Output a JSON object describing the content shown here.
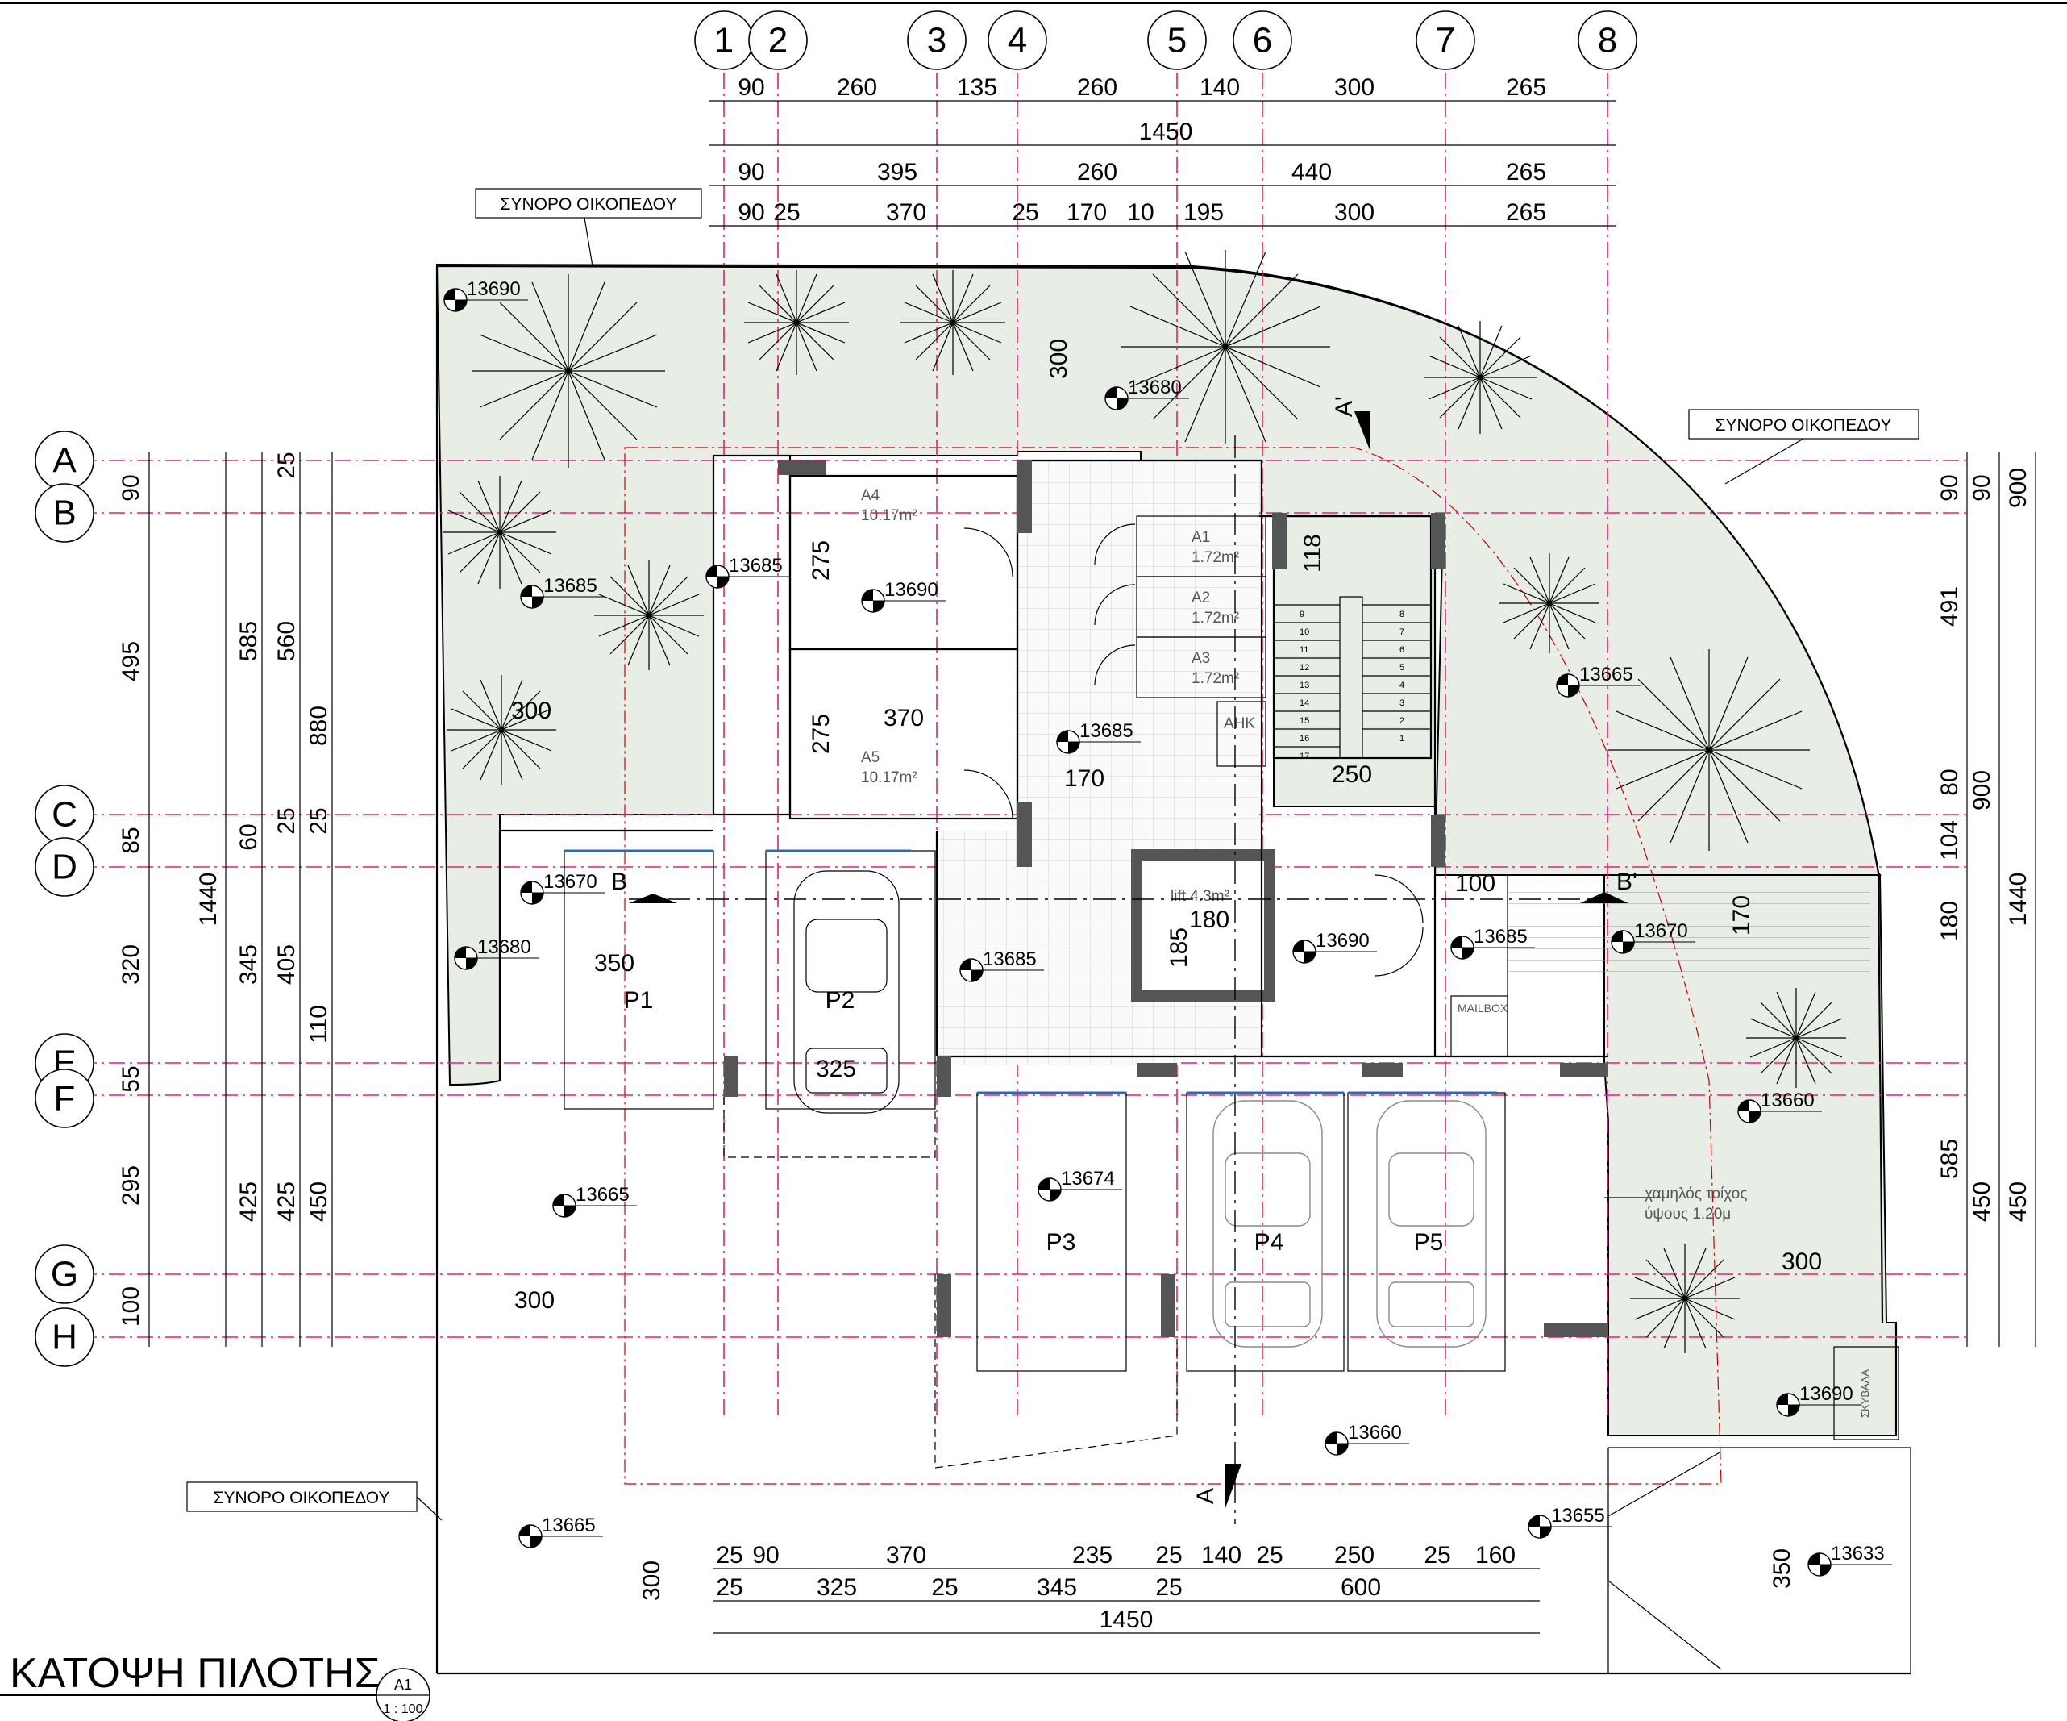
{
  "title": "ΚΑΤΟΨΗ ΠΙΛΟΤΗΣ",
  "sheet": {
    "number": "A1",
    "scale": "1 : 100"
  },
  "grid_columns": [
    "1",
    "2",
    "3",
    "4",
    "5",
    "6",
    "7",
    "8"
  ],
  "grid_rows": [
    "A",
    "B",
    "C",
    "D",
    "E",
    "F",
    "G",
    "H"
  ],
  "boundary_label": "ΣΥΝΟΡΟ ΟΙΚΟΠΕΔΟΥ",
  "top_dims": {
    "row1": [
      "90",
      "260",
      "135",
      "260",
      "140",
      "300",
      "265"
    ],
    "total": "1450",
    "row2": [
      "90",
      "395",
      "260",
      "440",
      "265"
    ],
    "row3": [
      "90",
      "25",
      "370",
      "25",
      "170",
      "10",
      "195",
      "300",
      "265"
    ]
  },
  "bottom_dims": {
    "row1": [
      "25",
      "90",
      "370",
      "235",
      "25",
      "140",
      "25",
      "250",
      "25",
      "160"
    ],
    "row2": [
      "25",
      "325",
      "25",
      "345",
      "25",
      "600"
    ],
    "total": "1450"
  },
  "left_dims": {
    "col1": [
      "90",
      "495",
      "85",
      "320",
      "55",
      "295",
      "100"
    ],
    "col2": [
      "585",
      "1440",
      "345",
      "425"
    ],
    "col3": [
      "25",
      "560",
      "60",
      "25",
      "405",
      "425"
    ],
    "col4": [
      "880",
      "25",
      "110",
      "450"
    ]
  },
  "right_dims": {
    "col1": [
      "90",
      "491",
      "80",
      "104",
      "180",
      "585"
    ],
    "col2": [
      "90",
      "900",
      "450"
    ],
    "col3": [
      "900",
      "1440",
      "450"
    ]
  },
  "interior_dims": [
    "300",
    "275",
    "275",
    "370",
    "170",
    "118",
    "250",
    "350",
    "325",
    "185",
    "180",
    "100",
    "170",
    "300",
    "300",
    "300",
    "350",
    "300"
  ],
  "levels": [
    "13690",
    "13680",
    "13685",
    "13690",
    "13685",
    "13665",
    "13685",
    "13670",
    "13680",
    "13685",
    "13690",
    "13685",
    "13670",
    "13660",
    "13674",
    "13665",
    "13660",
    "13690",
    "13665",
    "13655",
    "13633"
  ],
  "rooms": {
    "a4": {
      "name": "A4",
      "area": "10.17m²"
    },
    "a5": {
      "name": "A5",
      "area": "10.17m²"
    },
    "a1": {
      "name": "A1",
      "area": "1.72m²"
    },
    "a2": {
      "name": "A2",
      "area": "1.72m²"
    },
    "a3": {
      "name": "A3",
      "area": "1.72m²"
    },
    "ahk": "AHK",
    "lift": "lift 4.3m²",
    "mailbox": "MAILBOX",
    "skyvala": "ΣΚΥΒΑΛΑ"
  },
  "parking": [
    "P1",
    "P2",
    "P3",
    "P4",
    "P5"
  ],
  "stairs_left": [
    "9",
    "10",
    "11",
    "12",
    "13",
    "14",
    "15",
    "16",
    "17"
  ],
  "stairs_right": [
    "8",
    "7",
    "6",
    "5",
    "4",
    "3",
    "2",
    "1"
  ],
  "sections": {
    "a": "A",
    "a_prime": "A'",
    "b": "B",
    "b_prime": "B'"
  },
  "low_wall_note": [
    "χαμηλός τοίχος",
    "ύψους 1.20μ"
  ],
  "colors": {
    "grid": "#e0217a",
    "garden": "#e8ede6",
    "column": "#555555",
    "paving": "#d0d0d0"
  }
}
